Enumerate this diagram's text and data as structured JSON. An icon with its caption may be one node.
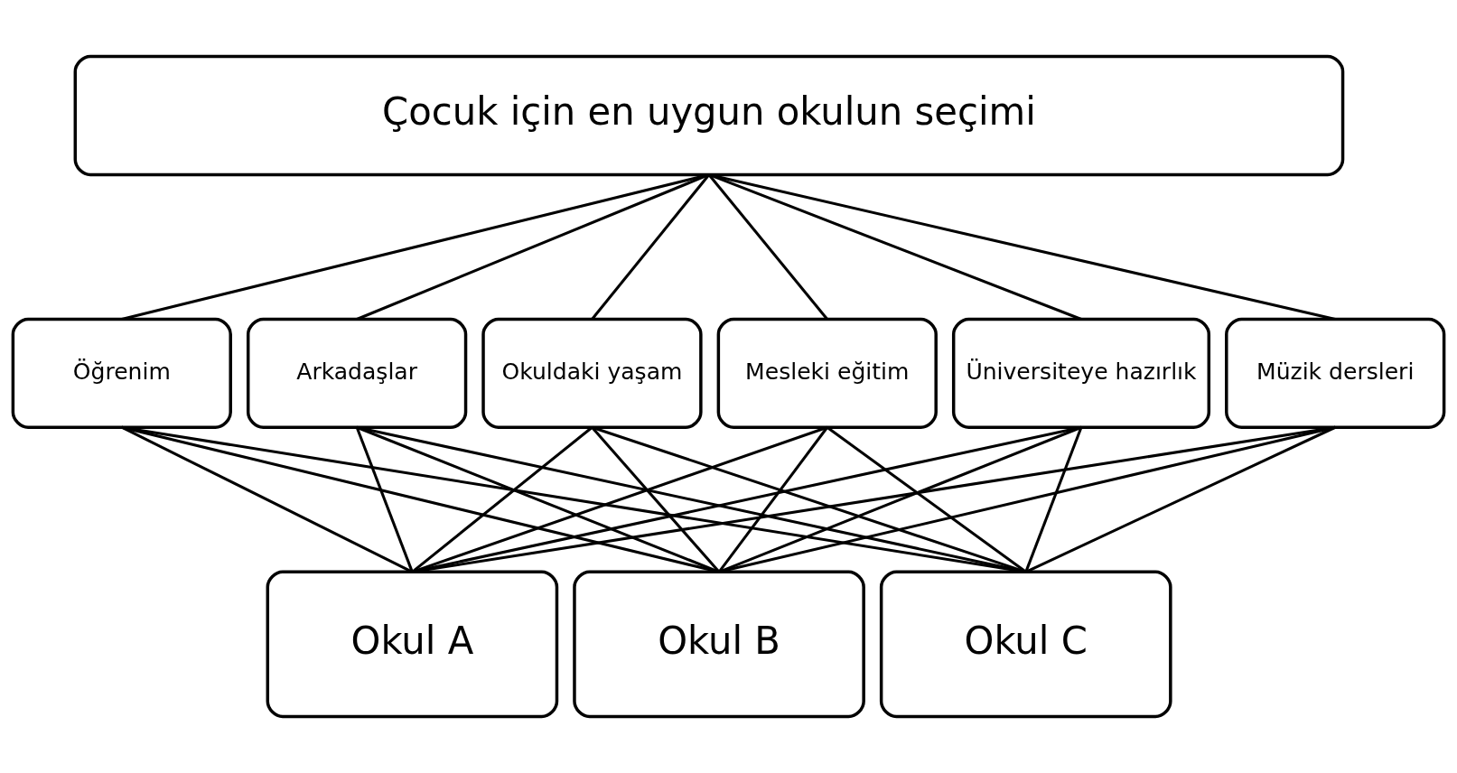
{
  "diagram": {
    "nodes": [
      {
        "text": [
          "Çocuk için en uygun okulun seçimi"
        ]
      },
      {
        "text": [
          "Öğrenim"
        ]
      },
      {
        "text": [
          "Arkadaşlar"
        ]
      },
      {
        "text": [
          "Okuldaki yaşam"
        ]
      },
      {
        "text": [
          "Mesleki eğitim"
        ]
      },
      {
        "text": [
          "Üniversiteye hazırlık"
        ]
      },
      {
        "text": [
          "Müzik dersleri"
        ]
      },
      {
        "text": [
          "Okul A"
        ]
      },
      {
        "text": [
          "Okul B"
        ]
      },
      {
        "text": [
          "Okul C"
        ]
      }
    ],
    "edges": [
      {
        "from": 0,
        "to": 1,
        "arrow": "none"
      },
      {
        "from": 0,
        "to": 2,
        "arrow": "none"
      },
      {
        "from": 0,
        "to": 3,
        "arrow": "none"
      },
      {
        "from": 0,
        "to": 4,
        "arrow": "none"
      },
      {
        "from": 0,
        "to": 5,
        "arrow": "none"
      },
      {
        "from": 0,
        "to": 6,
        "arrow": "none"
      },
      {
        "from": 1,
        "to": 7,
        "arrow": "none"
      },
      {
        "from": 1,
        "to": 8,
        "arrow": "none"
      },
      {
        "from": 1,
        "to": 9,
        "arrow": "none"
      },
      {
        "from": 2,
        "to": 7,
        "arrow": "none"
      },
      {
        "from": 2,
        "to": 8,
        "arrow": "none"
      },
      {
        "from": 2,
        "to": 9,
        "arrow": "none"
      },
      {
        "from": 3,
        "to": 7,
        "arrow": "none"
      },
      {
        "from": 3,
        "to": 8,
        "arrow": "none"
      },
      {
        "from": 3,
        "to": 9,
        "arrow": "none"
      },
      {
        "from": 4,
        "to": 7,
        "arrow": "none"
      },
      {
        "from": 4,
        "to": 8,
        "arrow": "none"
      },
      {
        "from": 4,
        "to": 9,
        "arrow": "none"
      },
      {
        "from": 5,
        "to": 7,
        "arrow": "none"
      },
      {
        "from": 5,
        "to": 8,
        "arrow": "none"
      },
      {
        "from": 5,
        "to": 9,
        "arrow": "none"
      },
      {
        "from": 6,
        "to": 7,
        "arrow": "none"
      },
      {
        "from": 6,
        "to": 8,
        "arrow": "none"
      },
      {
        "from": 6,
        "to": 9,
        "arrow": "none"
      }
    ]
  }
}
